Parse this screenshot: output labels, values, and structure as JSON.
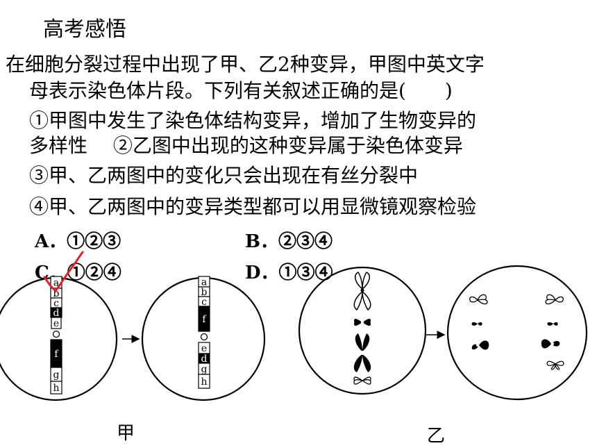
{
  "title": "高考感悟",
  "question": {
    "line1": "在细胞分裂过程中出现了甲、乙2种变异，甲图中英文字",
    "line2": "母表示染色体片段。下列有关叙述正确的是(　　)",
    "item1a": "①甲图中发生了染色体结构变异，增加了生物变异的",
    "item1b": "多样性　 ②乙图中出现的这种变异属于染色体变异",
    "item3": "③甲、乙两图中的变化只会出现在有丝分裂中",
    "item4": "④甲、乙两图中的变异类型都可以用显微镜观察检验"
  },
  "options": {
    "a": "A．①②③",
    "b": "B．②③④",
    "c": "C．①②④",
    "d": "D．①③④"
  },
  "figure": {
    "left_segments": [
      "a",
      "b",
      "c",
      "d",
      "e",
      "f",
      "g",
      "h"
    ],
    "right_top_segments": [
      "a",
      "b",
      "c",
      "f"
    ],
    "right_bottom_segments": [
      "e",
      "d",
      "g",
      "h"
    ],
    "caption_jia": "甲",
    "caption_yi": "乙"
  },
  "colors": {
    "mark": "#e0202a"
  }
}
